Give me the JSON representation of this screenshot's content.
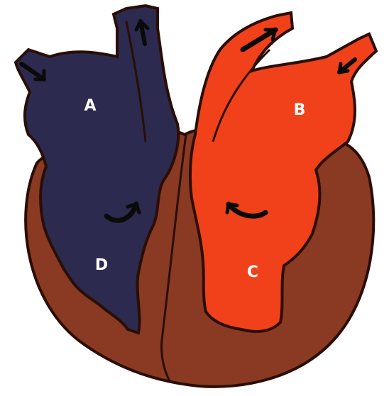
{
  "diagram": {
    "labels": {
      "a": "A",
      "b": "B",
      "c": "C",
      "d": "D"
    }
  },
  "colors": {
    "background": "#ffffff",
    "muscle": "#8a3a22",
    "outline": "#2a0e06",
    "deoxygenated": "#2c2a4e",
    "oxygenated": "#f0411a",
    "arrow": "#0a0a0a",
    "label_text": "#ffffff"
  },
  "icons": {
    "flow_arrow": "arrow-icon",
    "curved_arrow": "curved-arrow-icon"
  }
}
